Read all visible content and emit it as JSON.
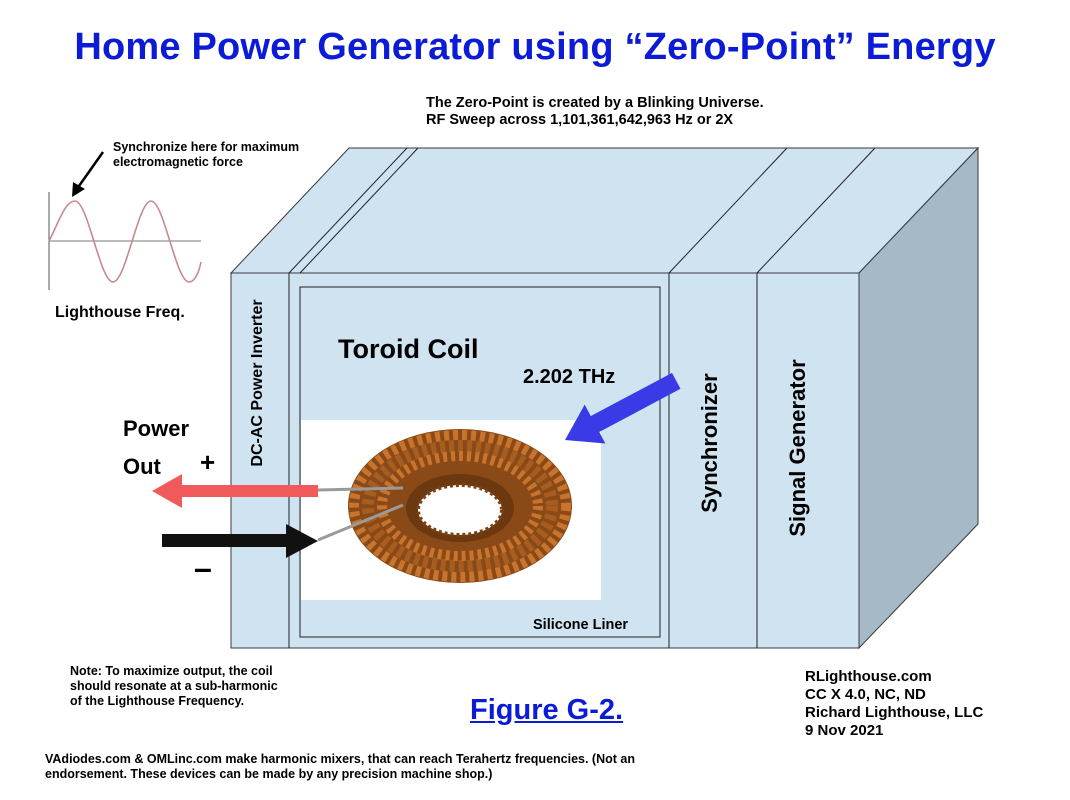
{
  "title": "Home Power Generator using “Zero-Point” Energy",
  "top_note": {
    "line1": "The Zero-Point is created by a Blinking Universe.",
    "line2": "RF Sweep across 1,101,361,642,963 Hz  or 2X"
  },
  "sine_panel": {
    "annotation_line1": "Synchronize here for maximum",
    "annotation_line2": "electromagnetic force",
    "label": "Lighthouse Freq."
  },
  "box": {
    "left_panel_label": "DC-AC Power Inverter",
    "coil_label": "Toroid Coil",
    "frequency_label": "2.202 THz",
    "liner_label": "Silicone Liner",
    "synchronizer_label": "Synchronizer",
    "signal_generator_label": "Signal  Generator"
  },
  "output": {
    "power_label": "Power",
    "out_label": "Out",
    "plus": "+",
    "minus": "–"
  },
  "note": {
    "line1": "Note:  To maximize output, the coil",
    "line2": "should resonate at a sub-harmonic",
    "line3": "of the Lighthouse Frequency."
  },
  "figure_label": "Figure G-2.",
  "credits": {
    "line1": "RLighthouse.com",
    "line2": "CC X 4.0, NC, ND",
    "line3": "Richard Lighthouse, LLC",
    "line4": "9 Nov 2021"
  },
  "footer": {
    "line1": "VAdiodes.com & OMLinc.com make harmonic mixers, that can reach Terahertz frequencies.  (Not an",
    "line2": "endorsement.  These devices can be made by any precision machine shop.)"
  },
  "colors": {
    "title_blue": "#0b1bd6",
    "box_face": "#cfe3f1",
    "box_side": "#a6b9c6",
    "copper": "#b5651d",
    "red_arrow": "#f05a5a",
    "blue_arrow": "#3a3ae6",
    "sine_wave": "#c78a8a"
  }
}
